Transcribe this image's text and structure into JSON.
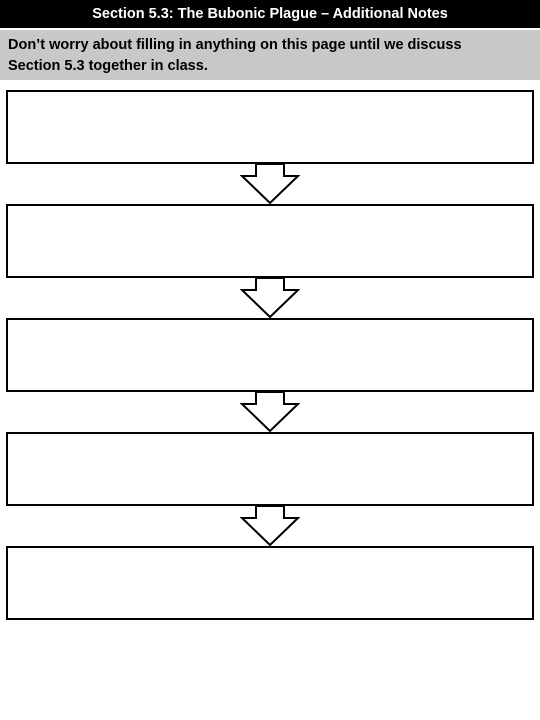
{
  "header": {
    "title": "Section 5.3: The Bubonic Plague – Additional Notes"
  },
  "instructions": {
    "line1": "Don’t worry about filling in anything on this page until we discuss",
    "line2": "Section 5.3 together in class."
  },
  "flowchart": {
    "boxes": [
      {
        "text": ""
      },
      {
        "text": ""
      },
      {
        "text": ""
      },
      {
        "text": ""
      },
      {
        "text": ""
      }
    ],
    "arrow_icon": "down-arrow-icon"
  },
  "colors": {
    "title_background": "#000000",
    "title_text": "#ffffff",
    "instructions_background": "#c8c8c8",
    "border": "#000000"
  }
}
